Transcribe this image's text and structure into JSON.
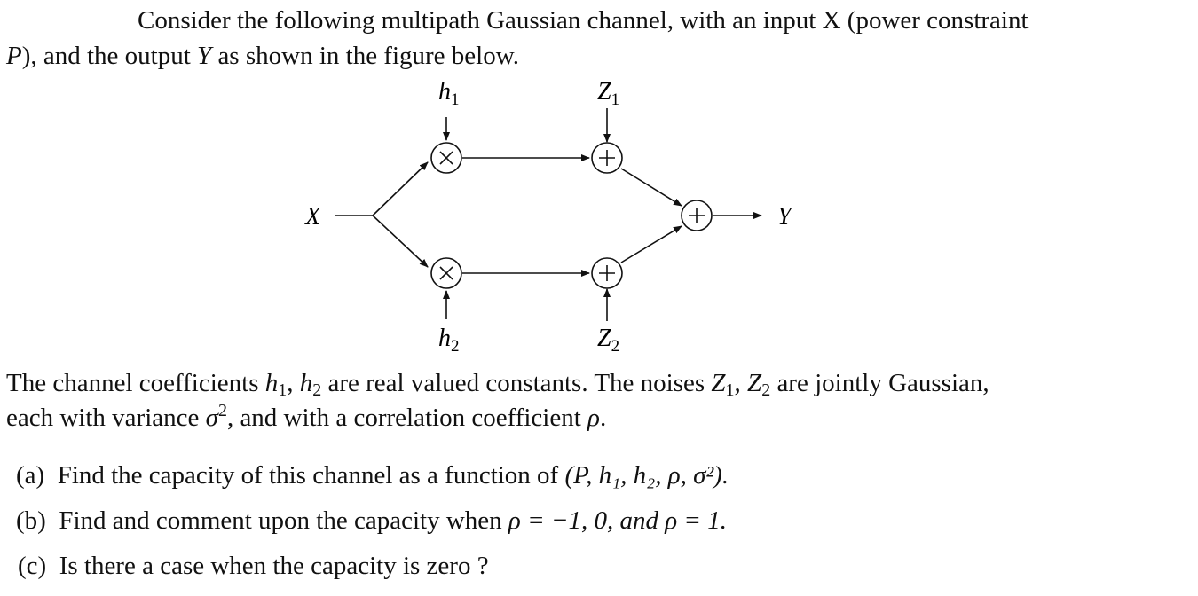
{
  "intro": {
    "line1": "Consider the following multipath Gaussian channel, with an input X (power constraint",
    "line2_P": "P",
    "line2_a": "), and the output ",
    "line2_Y": "Y",
    "line2_b": " as shown in the figure below."
  },
  "diagram": {
    "input": "X",
    "output": "Y",
    "h1": "h",
    "h1_sub": "1",
    "h2": "h",
    "h2_sub": "2",
    "z1": "Z",
    "z1_sub": "1",
    "z2": "Z",
    "z2_sub": "2",
    "mult_symbol": "×",
    "add_symbol": "+"
  },
  "para": {
    "l1a": "The channel coefficients ",
    "h": "h",
    "s1": "1",
    "comma": ", ",
    "s2": "2",
    "l1b": " are real valued constants. The noises ",
    "Z": "Z",
    "l1c": " are jointly Gaussian,",
    "l2a": "each with variance ",
    "sigma": "σ",
    "sq": "2",
    "l2b": ", and with a correlation coefficient ",
    "rho": "ρ",
    "l2c": "."
  },
  "questions": [
    {
      "label": "(a)",
      "text": "Find the capacity of this channel as a function of ",
      "math": "(P, h₁, h₂, ρ, σ²)."
    },
    {
      "label": "(b)",
      "text": "Find and comment upon the capacity when ",
      "math": "ρ = −1, 0, and ρ = 1."
    },
    {
      "label": "(c)",
      "text": "Is there a case when the capacity is zero ?"
    }
  ]
}
